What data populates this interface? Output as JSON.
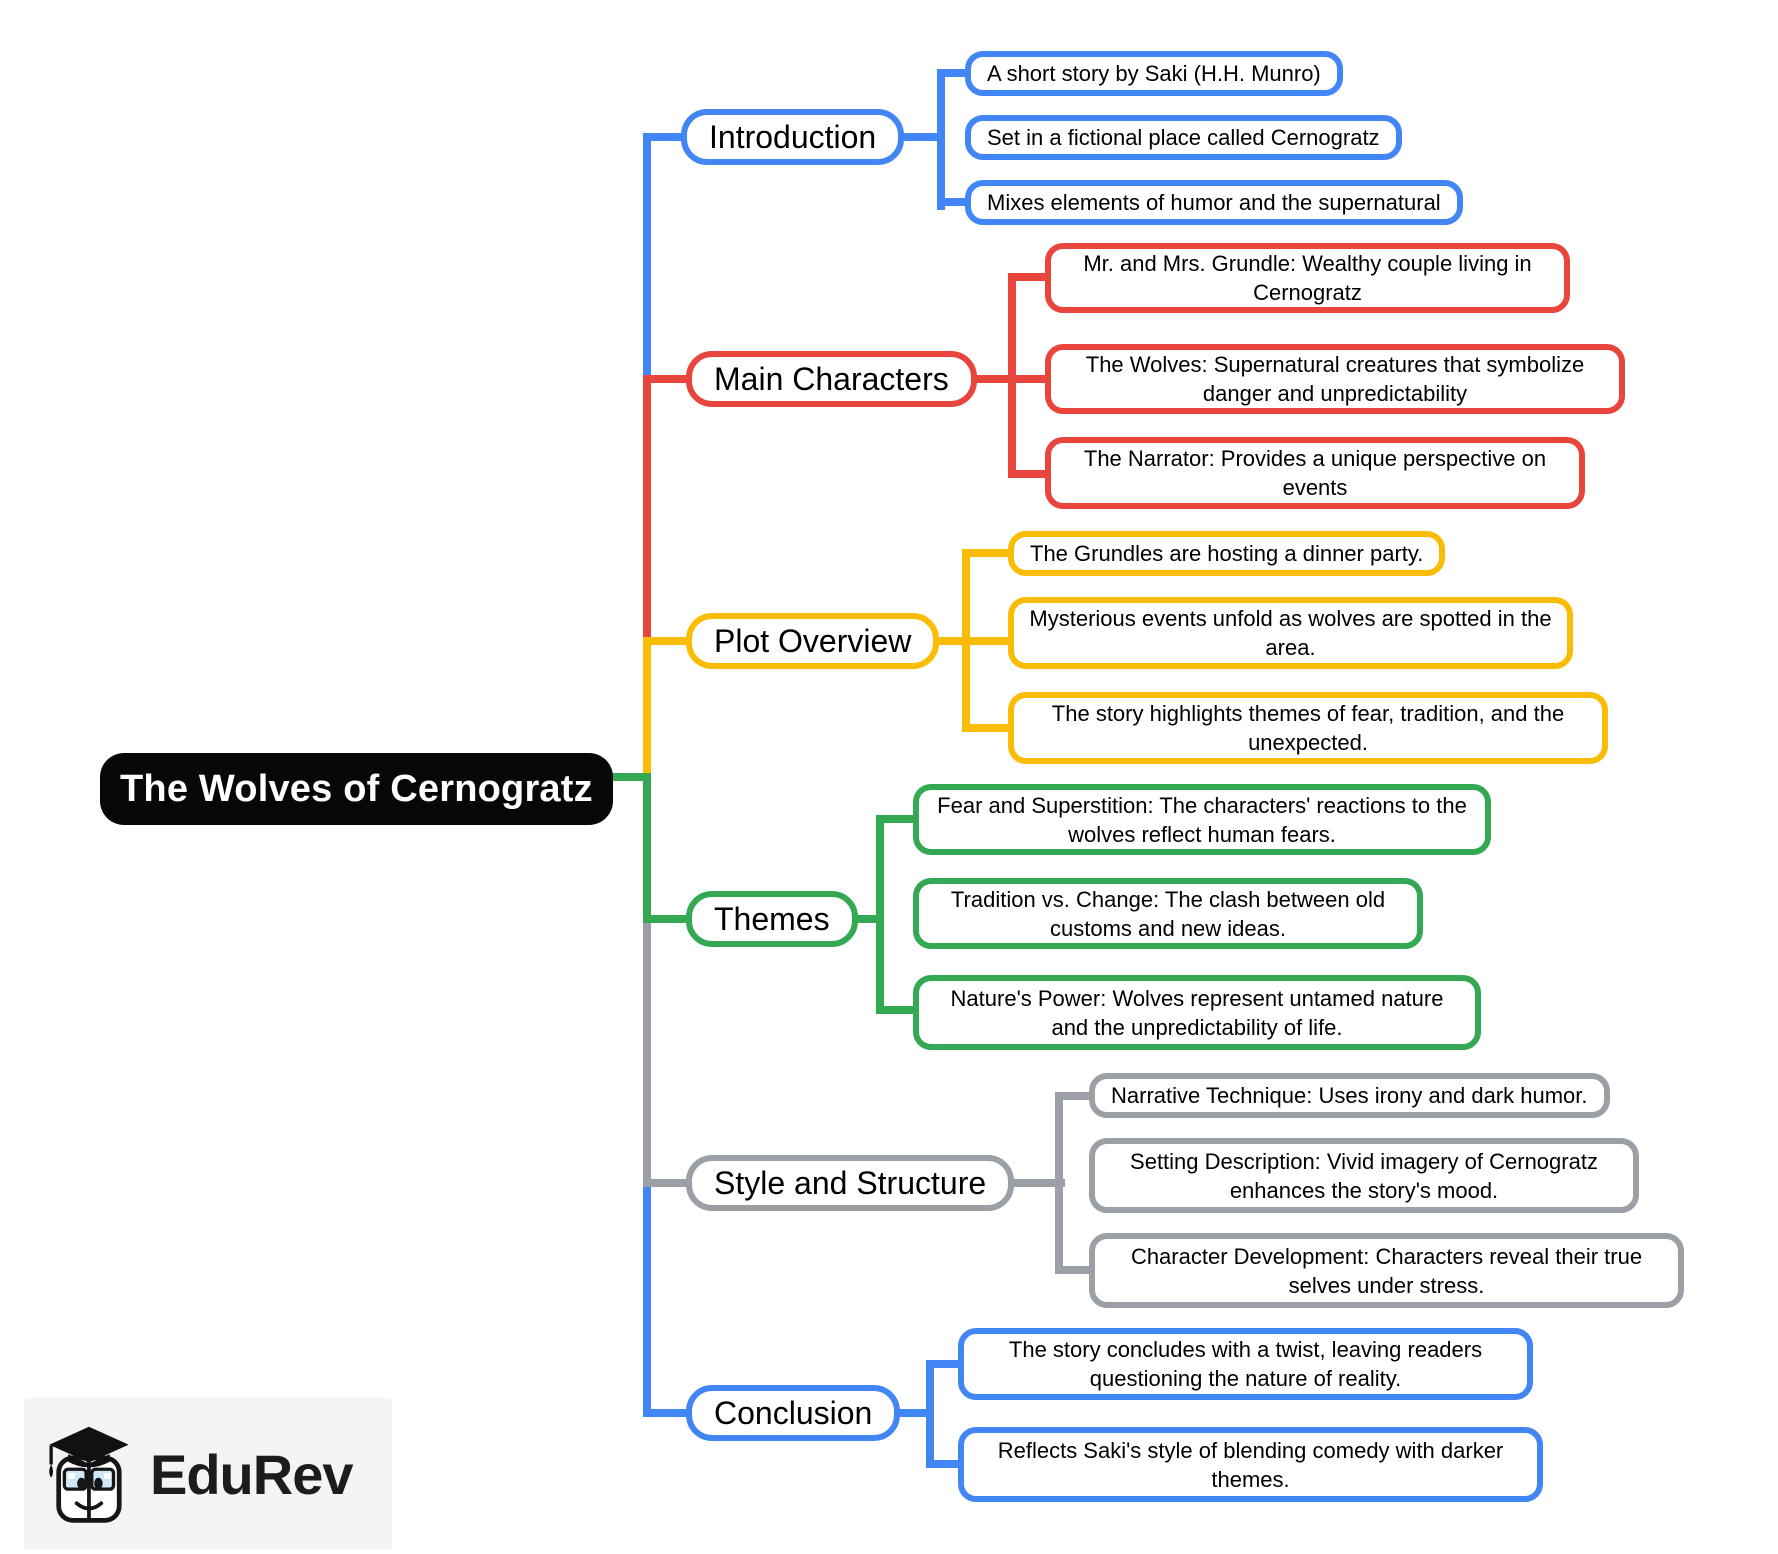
{
  "root": {
    "label": "The Wolves of Cernogratz"
  },
  "colors": {
    "blue": "#4285f4",
    "red": "#e8453c",
    "yellow": "#fbbc05",
    "green": "#34a853",
    "gray": "#9aa0a6",
    "root_background": "#070707"
  },
  "sections": [
    {
      "label": "Introduction",
      "color": "#4285f4",
      "leaves": [
        "A short story by Saki (H.H. Munro)",
        "Set in a fictional place called Cernogratz",
        "Mixes elements of humor and the supernatural"
      ]
    },
    {
      "label": "Main Characters",
      "color": "#e8453c",
      "leaves": [
        "Mr. and Mrs. Grundle: Wealthy couple living in Cernogratz",
        "The Wolves: Supernatural creatures that symbolize danger and unpredictability",
        "The Narrator: Provides a unique perspective on events"
      ]
    },
    {
      "label": "Plot Overview",
      "color": "#fbbc05",
      "leaves": [
        "The Grundles are hosting a dinner party.",
        "Mysterious events unfold as wolves are spotted in the area.",
        "The story highlights themes of fear, tradition, and the unexpected."
      ]
    },
    {
      "label": "Themes",
      "color": "#34a853",
      "leaves": [
        "Fear and Superstition: The characters' reactions to the wolves reflect human fears.",
        "Tradition vs. Change: The clash between old customs and new ideas.",
        "Nature's Power: Wolves represent untamed nature and the unpredictability of life."
      ]
    },
    {
      "label": "Style and Structure",
      "color": "#9aa0a6",
      "leaves": [
        "Narrative Technique: Uses irony and dark humor.",
        "Setting Description: Vivid imagery of Cernogratz enhances the story's mood.",
        "Character Development: Characters reveal their true selves under stress."
      ]
    },
    {
      "label": "Conclusion",
      "color": "#4285f4",
      "leaves": [
        "The story concludes with a twist, leaving readers questioning the nature of reality.",
        "Reflects Saki's style of blending comedy with darker themes."
      ]
    }
  ],
  "branding": {
    "logo_text": "EduRev",
    "logo_icon": "graduation-cap-mascot"
  }
}
